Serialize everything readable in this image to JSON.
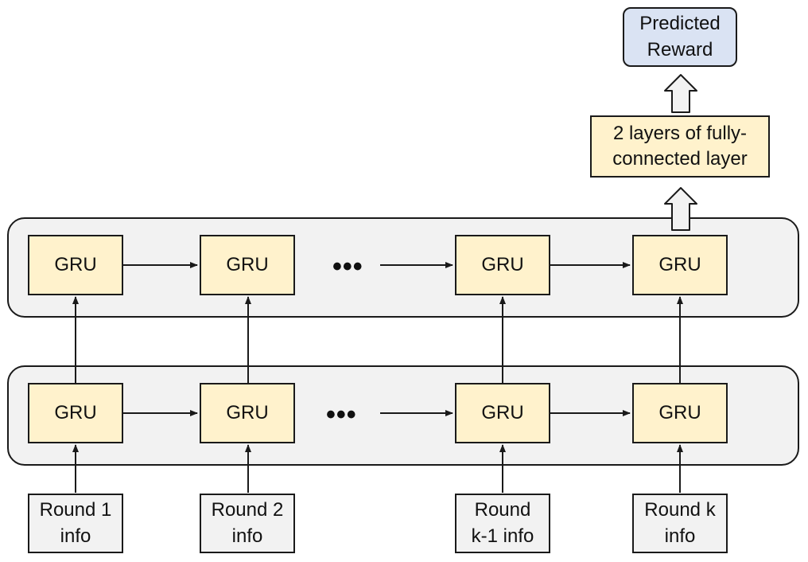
{
  "gru_label": "GRU",
  "ellipsis": "•••",
  "inputs": [
    "Round 1\ninfo",
    "Round 2\ninfo",
    "Round\nk-1 info",
    "Round k\ninfo"
  ],
  "fc_label": "2 layers of fully-\nconnected layer",
  "output_label": "Predicted\nReward",
  "colors": {
    "gru_fill": "#fff2cc",
    "input_fill": "#f2f2f2",
    "panel_fill": "#f2f2f2",
    "output_fill": "#dae3f3",
    "stroke": "#1a1a1a"
  }
}
